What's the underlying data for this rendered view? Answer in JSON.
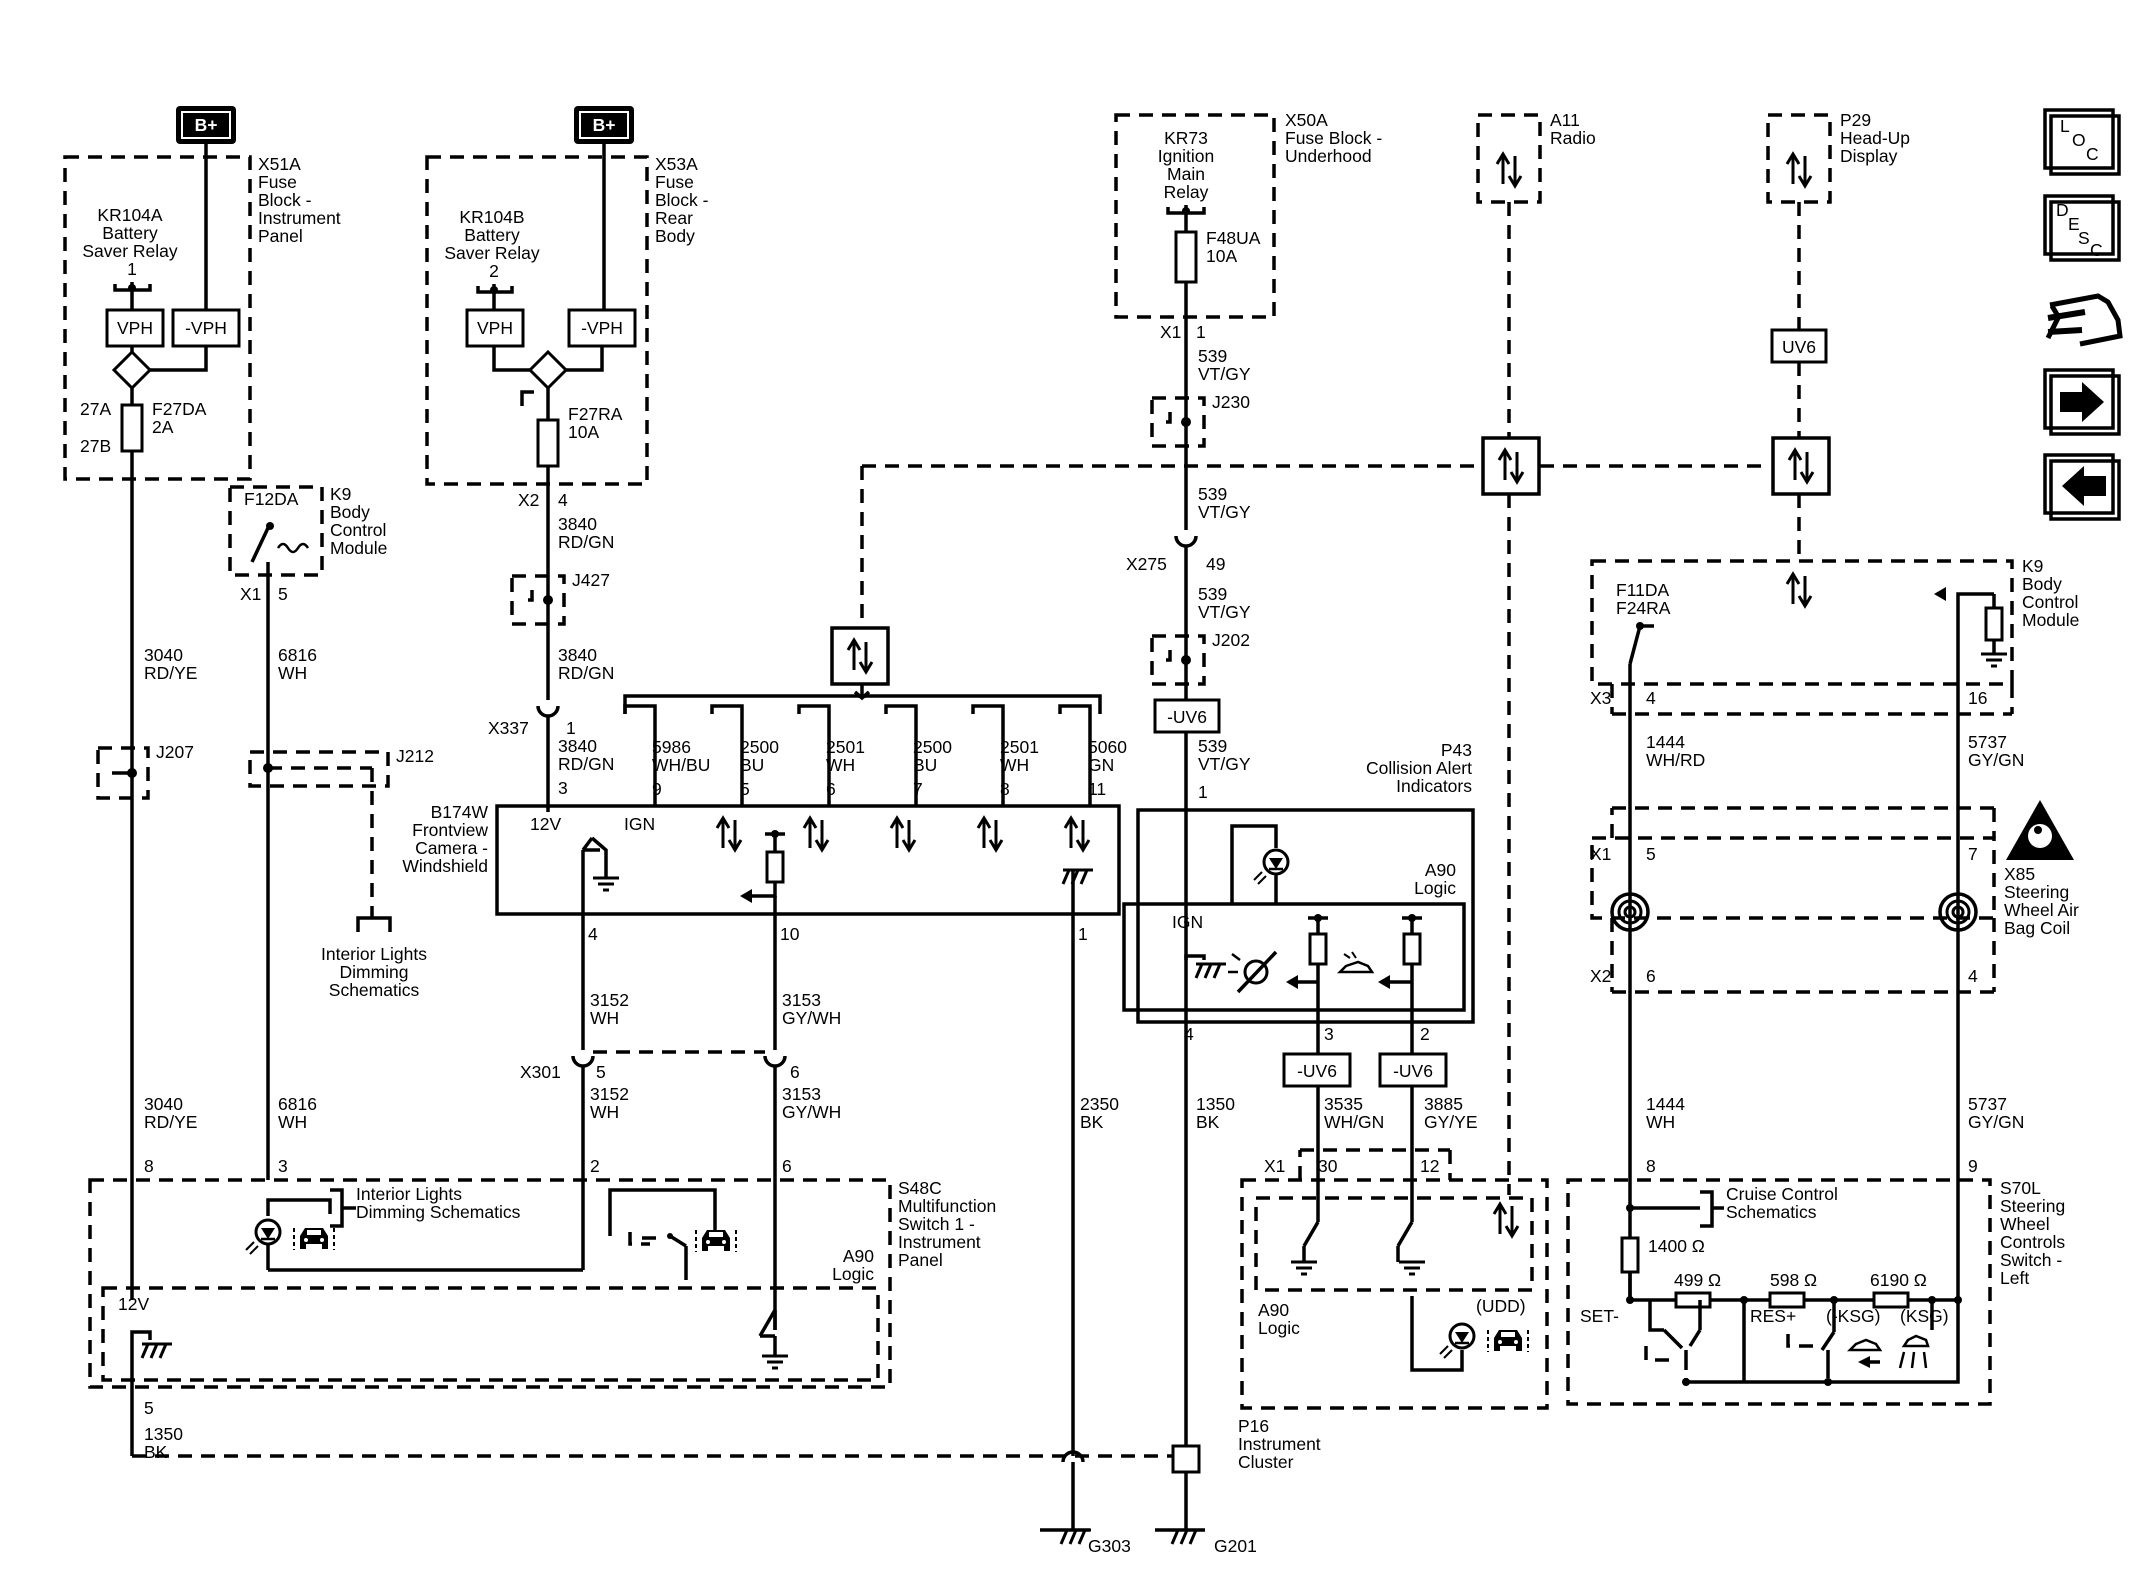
{
  "battery_label": "B+",
  "modules": {
    "x51a": [
      "X51A",
      "Fuse",
      "Block -",
      "Instrument",
      "Panel"
    ],
    "x53a": [
      "X53A",
      "Fuse",
      "Block -",
      "Rear",
      "Body"
    ],
    "x50a": [
      "X50A",
      "Fuse Block -",
      "Underhood"
    ],
    "a11": [
      "A11",
      "Radio"
    ],
    "p29": [
      "P29",
      "Head-Up",
      "Display"
    ],
    "k9_left": [
      "K9",
      "Body",
      "Control",
      "Module"
    ],
    "k9_right": [
      "K9",
      "Body",
      "Control",
      "Module"
    ],
    "b174w": [
      "B174W",
      "Frontview",
      "Camera -",
      "Windshield"
    ],
    "p43": [
      "P43",
      "Collision Alert",
      "Indicators"
    ],
    "x85": [
      "X85",
      "Steering",
      "Wheel Air",
      "Bag Coil"
    ],
    "s48c": [
      "S48C",
      "Multifunction",
      "Switch 1 -",
      "Instrument",
      "Panel"
    ],
    "p16": [
      "P16",
      "Instrument",
      "Cluster"
    ],
    "s70l": [
      "S70L",
      "Steering",
      "Wheel",
      "Controls",
      "Switch -",
      "Left"
    ]
  },
  "relays": {
    "kr104a": [
      "KR104A",
      "Battery",
      "Saver Relay",
      "1"
    ],
    "kr104b": [
      "KR104B",
      "Battery",
      "Saver Relay",
      "2"
    ],
    "kr73": [
      "KR73",
      "Ignition",
      "Main",
      "Relay"
    ]
  },
  "fuses": {
    "f27da": [
      "F27DA",
      "2A"
    ],
    "f27ra": [
      "F27RA",
      "10A"
    ],
    "f48ua": [
      "F48UA",
      "10A"
    ],
    "f12da": "F12DA",
    "f11da": [
      "F11DA",
      "F24RA"
    ]
  },
  "boxes": {
    "vph": "VPH",
    "neg_vph": "-VPH",
    "uv6": "UV6",
    "neg_uv6": "-UV6"
  },
  "wires": {
    "w3040_top": [
      "3040",
      "RD/YE"
    ],
    "w6816_top": [
      "6816",
      "WH"
    ],
    "w3840_a": [
      "3840",
      "RD/GN"
    ],
    "w3840_b": [
      "3840",
      "RD/GN"
    ],
    "w3840_c": [
      "3840",
      "RD/GN"
    ],
    "w539_a": [
      "539",
      "VT/GY"
    ],
    "w539_b": [
      "539",
      "VT/GY"
    ],
    "w539_c": [
      "539",
      "VT/GY"
    ],
    "w539_d": [
      "539",
      "VT/GY"
    ],
    "w5986": [
      "5986",
      "WH/BU"
    ],
    "w2500_a": [
      "2500",
      "BU"
    ],
    "w2501_a": [
      "2501",
      "WH"
    ],
    "w2500_b": [
      "2500",
      "BU"
    ],
    "w2501_b": [
      "2501",
      "WH"
    ],
    "w5060": [
      "5060",
      "GN"
    ],
    "w3152_a": [
      "3152",
      "WH"
    ],
    "w3153_a": [
      "3153",
      "GY/WH"
    ],
    "w3152_b": [
      "3152",
      "WH"
    ],
    "w3153_b": [
      "3153",
      "GY/WH"
    ],
    "w3040_bot": [
      "3040",
      "RD/YE"
    ],
    "w6816_bot": [
      "6816",
      "WH"
    ],
    "w2350": [
      "2350",
      "BK"
    ],
    "w1350_mid": [
      "1350",
      "BK"
    ],
    "w1350_bot": [
      "1350",
      "BK"
    ],
    "w3535": [
      "3535",
      "WH/GN"
    ],
    "w3885": [
      "3885",
      "GY/YE"
    ],
    "w1444_a": [
      "1444",
      "WH/RD"
    ],
    "w5737_a": [
      "5737",
      "GY/GN"
    ],
    "w1444_b": [
      "1444",
      "WH"
    ],
    "w5737_b": [
      "5737",
      "GY/GN"
    ]
  },
  "connectors": {
    "x1": "X1",
    "x2": "X2",
    "x3": "X3",
    "x275": "X275",
    "x301": "X301",
    "x337": "X337",
    "pin_27a": "27A",
    "pin_27b": "27B"
  },
  "splices": {
    "j207": "J207",
    "j212": "J212",
    "j427": "J427",
    "j230": "J230",
    "j202": "J202"
  },
  "pins": {
    "p1": "1",
    "p2": "2",
    "p3": "3",
    "p4": "4",
    "p5": "5",
    "p6": "6",
    "p7": "7",
    "p8": "8",
    "p9": "9",
    "p10": "10",
    "p11": "11",
    "p12": "12",
    "p16": "16",
    "p30": "30",
    "p49": "49"
  },
  "internal": {
    "v12": "12V",
    "ign": "IGN",
    "a90": [
      "A90",
      "Logic"
    ],
    "udd": "(UDD)",
    "interior_lights_schematics": [
      "Interior Lights",
      "Dimming",
      "Schematics"
    ],
    "interior_lights_inline": [
      "Interior Lights",
      "Dimming Schematics"
    ],
    "cruise_control": [
      "Cruise Control",
      "Schematics"
    ],
    "r1400": "1400 Ω",
    "r499": "499 Ω",
    "r598": "598 Ω",
    "r6190": "6190 Ω",
    "set": "SET-",
    "res": "RES+",
    "neg_ksg": "(-KSG)",
    "ksg": "(KSG)"
  },
  "grounds": {
    "g303": "G303",
    "g201": "G201"
  },
  "nav": {
    "loc": [
      "L",
      "O",
      "C"
    ],
    "desc": [
      "D",
      "E",
      "S",
      "C"
    ]
  }
}
